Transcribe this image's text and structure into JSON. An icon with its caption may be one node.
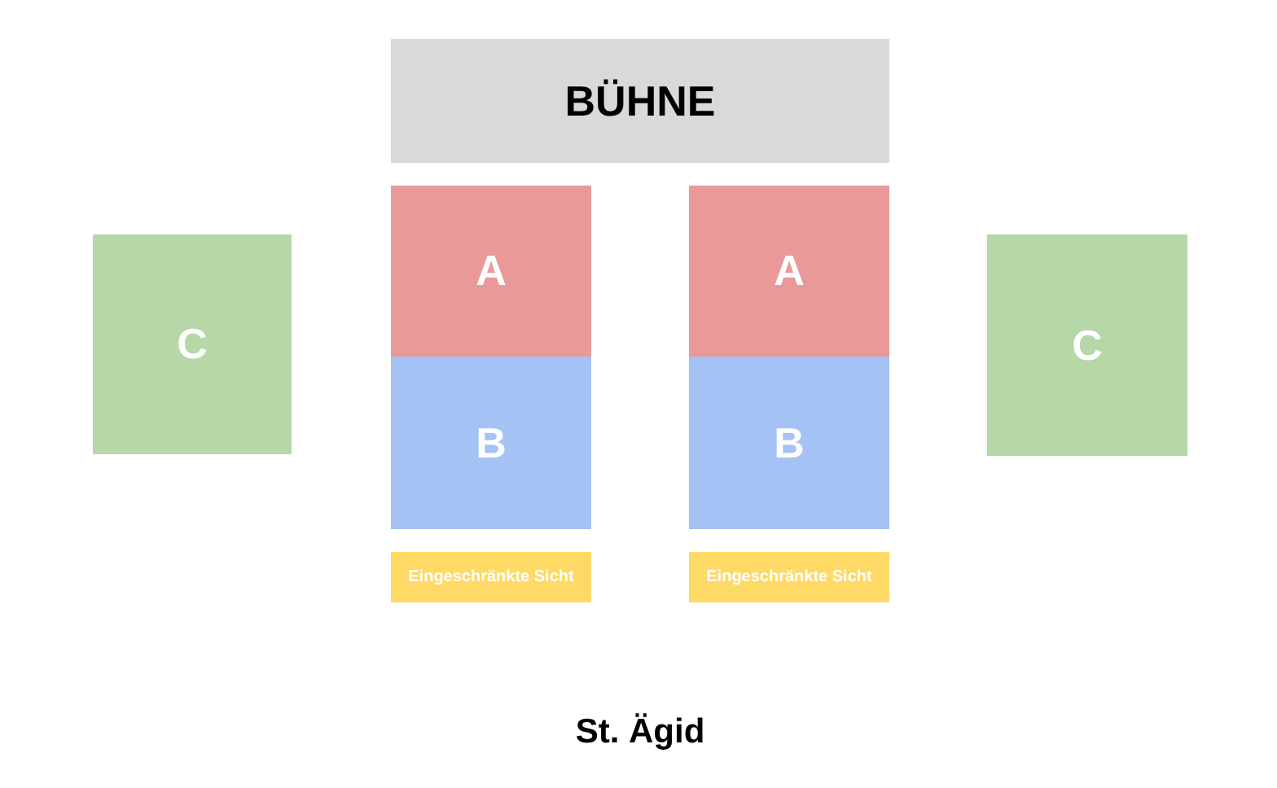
{
  "diagram": {
    "nodes": [
      {
        "text": [
          "BÜHNE"
        ]
      },
      {
        "text": [
          "C"
        ]
      },
      {
        "text": [
          "A"
        ]
      },
      {
        "text": [
          "B"
        ]
      },
      {
        "text": [
          "Eingeschränkte Sicht"
        ]
      },
      {
        "text": [
          "A"
        ]
      },
      {
        "text": [
          "B"
        ]
      },
      {
        "text": [
          "Eingeschränkte Sicht"
        ]
      },
      {
        "text": [
          "C"
        ]
      }
    ],
    "edges": [],
    "labels": [
      "St. Ägid"
    ]
  }
}
